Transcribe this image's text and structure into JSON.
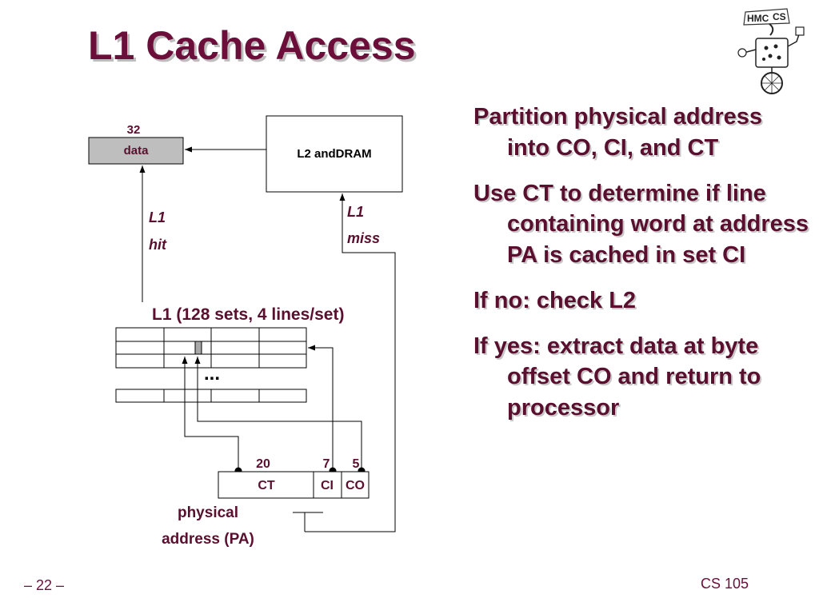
{
  "slide": {
    "title": "L1 Cache Access",
    "page_number": "– 22 –",
    "course": "CS 105"
  },
  "logo": {
    "text_hmc": "HMC",
    "text_cs": "CS"
  },
  "diagram": {
    "data_bits": "32",
    "data_label": "data",
    "l2_dram_label": "L2 andDRAM",
    "hit_line1": "L1",
    "hit_line2": "hit",
    "miss_line1": "L1",
    "miss_line2": "miss",
    "cache_label": "L1 (128 sets, 4 lines/set)",
    "ellipsis": "...",
    "ct_bits": "20",
    "ci_bits": "7",
    "co_bits": "5",
    "ct_label": "CT",
    "ci_label": "CI",
    "co_label": "CO",
    "pa_line1": "physical",
    "pa_line2": "address (PA)"
  },
  "bullets": [
    "Partition physical address into CO, CI, and CT",
    "Use CT to determine if line containing word at address PA is cached in set CI",
    "If no: check L2",
    "If yes: extract data at byte offset CO and return to processor"
  ]
}
